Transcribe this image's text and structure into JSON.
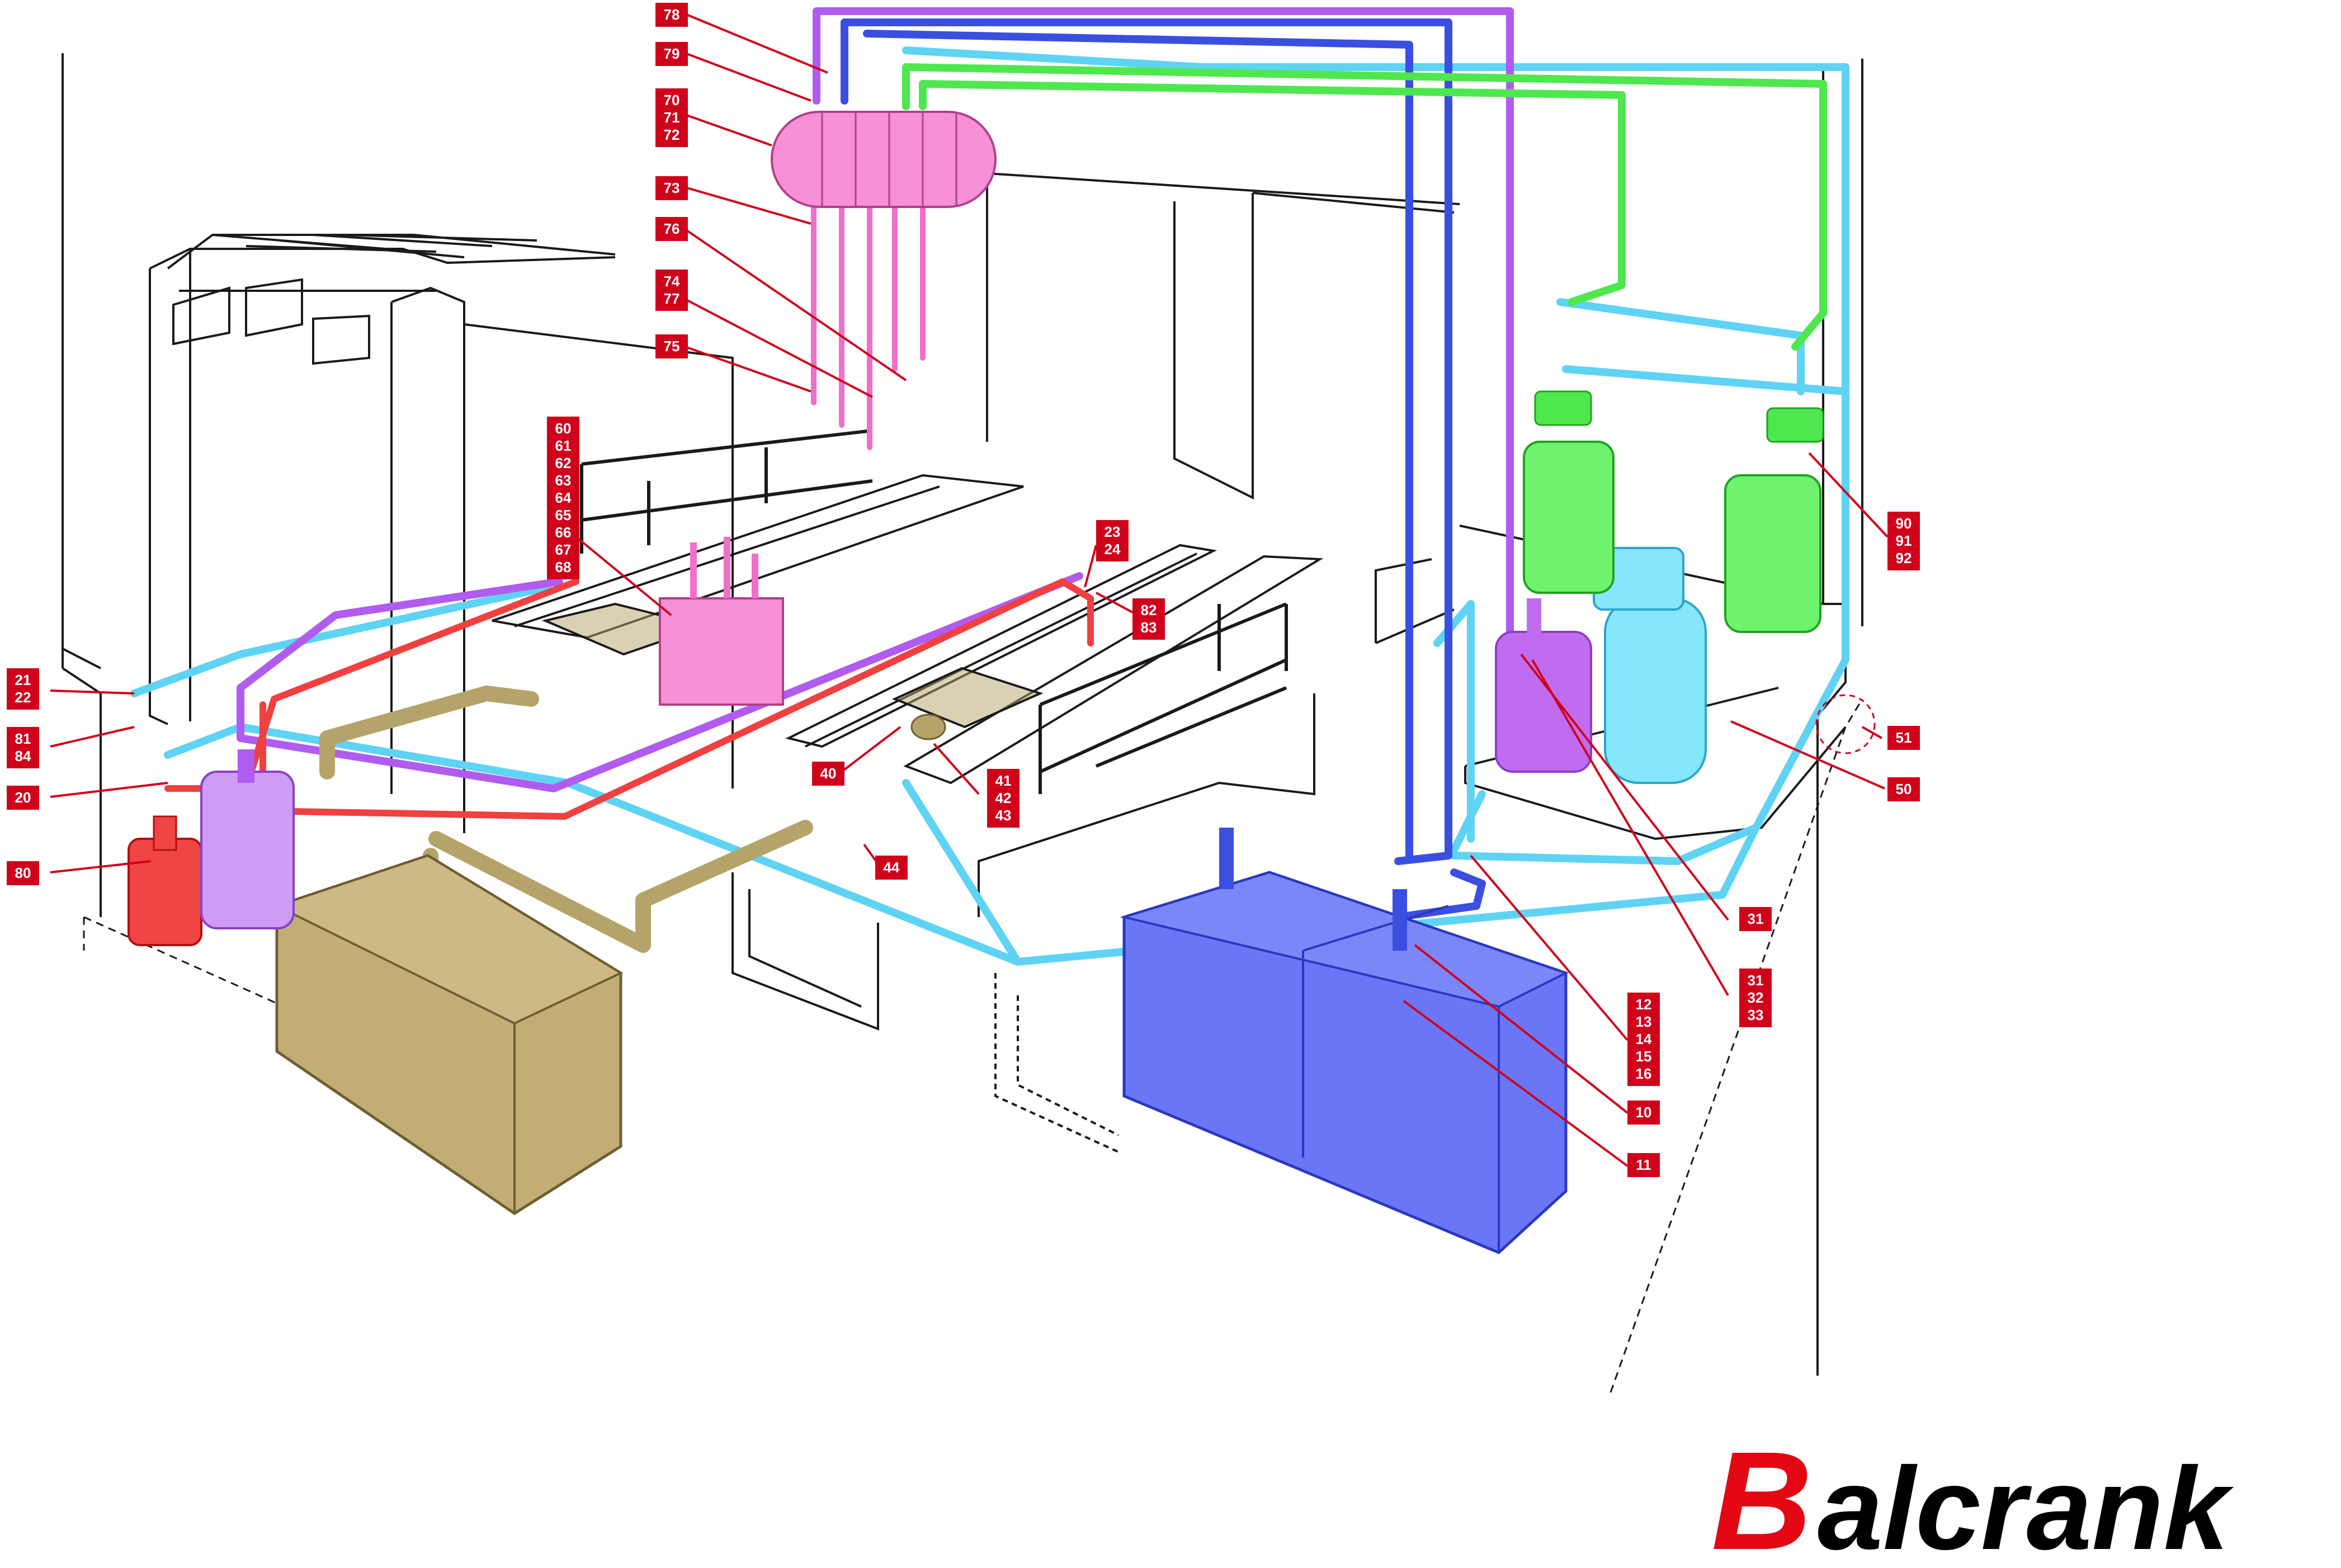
{
  "brand": {
    "initial": "B",
    "rest": "alcrank",
    "initial_color": "#e30613",
    "rest_color": "#000000"
  },
  "colors": {
    "callout": "#d0021b",
    "leader": "#d0021b",
    "structure": "#1a1a1a",
    "cyan_air": "#5fd3f3",
    "purple_line": "#b05cf0",
    "blue_line": "#3a4fe0",
    "green_line": "#4ee84e",
    "pink_line": "#f06fc8",
    "red_line": "#f04040",
    "waste_oil": "#b5a46a"
  },
  "callouts": [
    {
      "id": "c78",
      "lines": [
        "78"
      ]
    },
    {
      "id": "c79",
      "lines": [
        "79"
      ]
    },
    {
      "id": "c70",
      "lines": [
        "70",
        "71",
        "72"
      ]
    },
    {
      "id": "c73",
      "lines": [
        "73"
      ]
    },
    {
      "id": "c76",
      "lines": [
        "76"
      ]
    },
    {
      "id": "c74",
      "lines": [
        "74",
        "77"
      ]
    },
    {
      "id": "c75",
      "lines": [
        "75"
      ]
    },
    {
      "id": "c60",
      "lines": [
        "60",
        "61",
        "62",
        "63",
        "64",
        "65",
        "66",
        "67",
        "68"
      ]
    },
    {
      "id": "c23",
      "lines": [
        "23",
        "24"
      ]
    },
    {
      "id": "c82",
      "lines": [
        "82",
        "83"
      ]
    },
    {
      "id": "c21",
      "lines": [
        "21",
        "22"
      ]
    },
    {
      "id": "c81",
      "lines": [
        "81",
        "84"
      ]
    },
    {
      "id": "c20",
      "lines": [
        "20"
      ]
    },
    {
      "id": "c80",
      "lines": [
        "80"
      ]
    },
    {
      "id": "c40",
      "lines": [
        "40"
      ]
    },
    {
      "id": "c41",
      "lines": [
        "41",
        "42",
        "43"
      ]
    },
    {
      "id": "c44",
      "lines": [
        "44"
      ]
    },
    {
      "id": "c90",
      "lines": [
        "90",
        "91",
        "92"
      ]
    },
    {
      "id": "c51",
      "lines": [
        "51"
      ]
    },
    {
      "id": "c50",
      "lines": [
        "50"
      ]
    },
    {
      "id": "c31a",
      "lines": [
        "31"
      ]
    },
    {
      "id": "c31b",
      "lines": [
        "31",
        "32",
        "33"
      ]
    },
    {
      "id": "c12",
      "lines": [
        "12",
        "13",
        "14",
        "15",
        "16"
      ]
    },
    {
      "id": "c10",
      "lines": [
        "10"
      ]
    },
    {
      "id": "c11",
      "lines": [
        "11"
      ]
    }
  ]
}
